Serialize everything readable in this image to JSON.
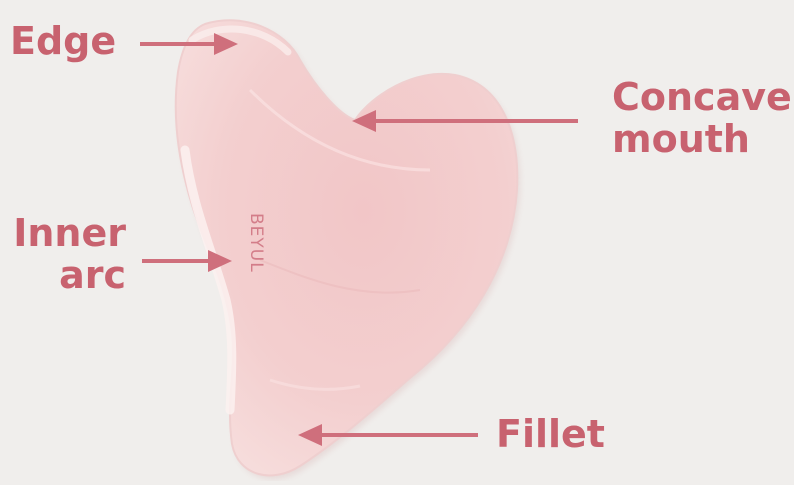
{
  "colors": {
    "background": "#f0eeec",
    "label": "#c8626f",
    "arrow": "#cf6f7c",
    "stone_light": "#f6d9d8",
    "stone_mid": "#efc3c4",
    "stone_dark": "#e2a8ad",
    "engraving": "#d37d89"
  },
  "stone": {
    "engraving": "BEYUL"
  },
  "labels": {
    "edge": "Edge",
    "concave_mouth_line1": "Concave",
    "concave_mouth_line2": "mouth",
    "inner_arc_line1": "Inner",
    "inner_arc_line2": "arc",
    "fillet": "Fillet"
  }
}
